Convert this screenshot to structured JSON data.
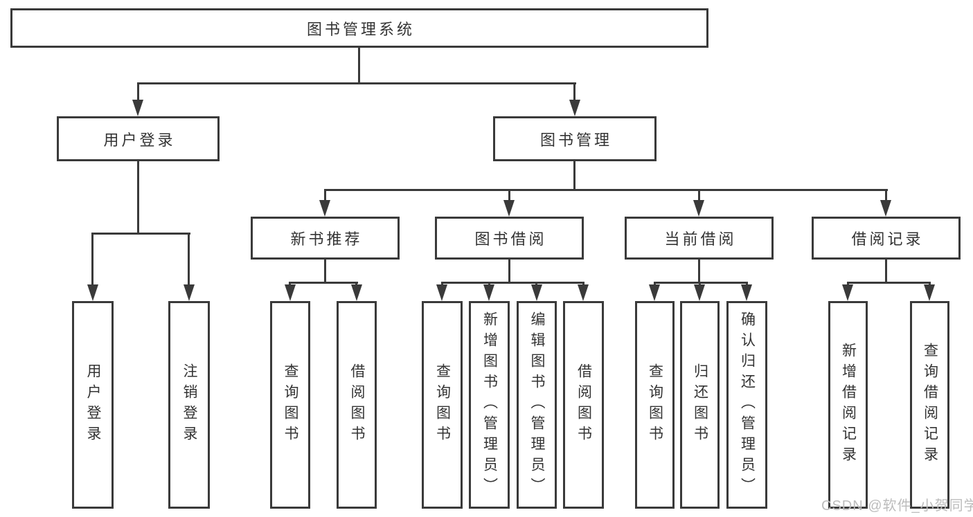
{
  "tree": {
    "root": {
      "label": "图书管理系统"
    },
    "level2": [
      {
        "label": "用户登录",
        "children": [
          {
            "label": "用户登录"
          },
          {
            "label": "注销登录"
          }
        ]
      },
      {
        "label": "图书管理",
        "children": [
          {
            "label": "新书推荐",
            "children": [
              {
                "label": "查询图书"
              },
              {
                "label": "借阅图书"
              }
            ]
          },
          {
            "label": "图书借阅",
            "children": [
              {
                "label": "查询图书"
              },
              {
                "label": "新增图书（管理员）"
              },
              {
                "label": "编辑图书（管理员）"
              },
              {
                "label": "借阅图书"
              }
            ]
          },
          {
            "label": "当前借阅",
            "children": [
              {
                "label": "查询图书"
              },
              {
                "label": "归还图书"
              },
              {
                "label": "确认归还（管理员）"
              }
            ]
          },
          {
            "label": "借阅记录",
            "children": [
              {
                "label": "新增借阅记录"
              },
              {
                "label": "查询借阅记录"
              }
            ]
          }
        ]
      }
    ]
  },
  "watermark": {
    "text": "CSDN @软件_小贺同学"
  },
  "colors": {
    "line": "#3a3a3a",
    "text": "#333333",
    "watermark": "#bcbcbc",
    "background": "#ffffff"
  }
}
